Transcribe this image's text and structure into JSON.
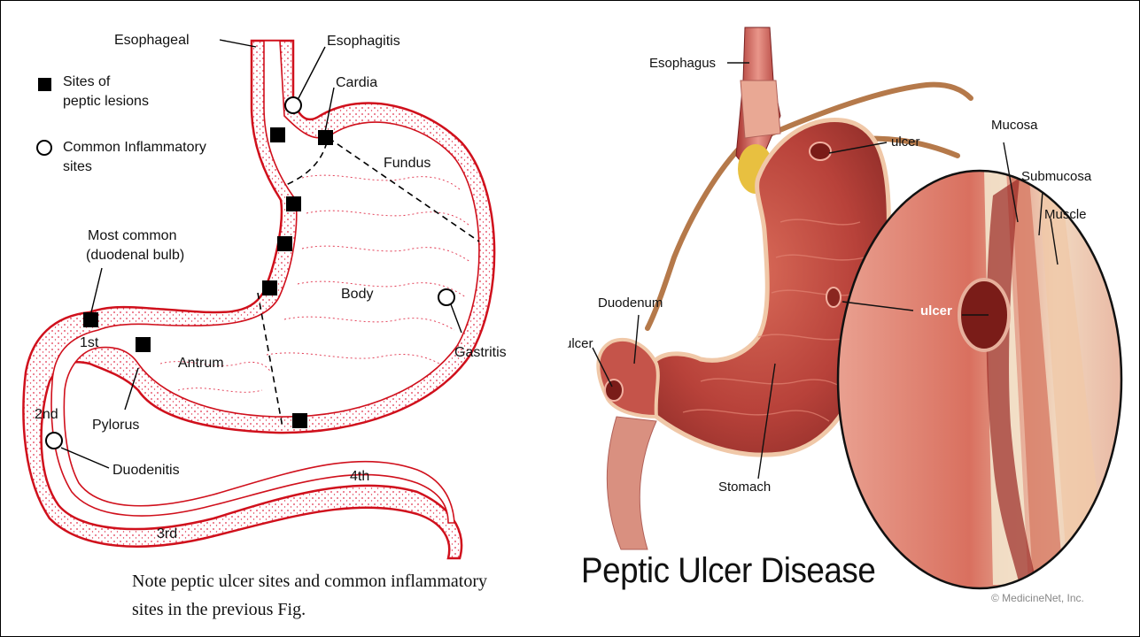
{
  "left_figure": {
    "legend": {
      "lesion_label_line1": "Sites of",
      "lesion_label_line2": "peptic lesions",
      "inflammatory_label_line1": "Common Inflammatory",
      "inflammatory_label_line2": "sites"
    },
    "labels": {
      "esophageal": "Esophageal",
      "esophagitis": "Esophagitis",
      "cardia": "Cardia",
      "fundus": "Fundus",
      "body": "Body",
      "gastritis": "Gastritis",
      "most_common_line1": "Most common",
      "most_common_line2": "(duodenal bulb)",
      "first": "1st",
      "antrum": "Antrum",
      "pylorus": "Pylorus",
      "second": "2nd",
      "duodenitis": "Duodenitis",
      "third": "3rd",
      "fourth": "4th"
    },
    "caption": "Note peptic ulcer sites and common inflammatory sites in the previous Fig."
  },
  "right_figure": {
    "labels": {
      "esophagus": "Esophagus",
      "ulcer_top": "ulcer",
      "mucosa": "Mucosa",
      "submucosa": "Submucosa",
      "muscle": "Muscle",
      "duodenum": "Duodenum",
      "ulcer_left": "ulcer",
      "ulcer_center": "ulcer",
      "stomach": "Stomach"
    },
    "title": "Peptic Ulcer Disease",
    "copyright": "© MedicineNet, Inc."
  },
  "colors": {
    "outline_red": "#d0101c",
    "stipple_red": "#e0304a",
    "tissue_dark": "#a8322e",
    "tissue_mid": "#cf5a4c",
    "tissue_light": "#e9968a",
    "fat_yellow": "#e8c040"
  }
}
